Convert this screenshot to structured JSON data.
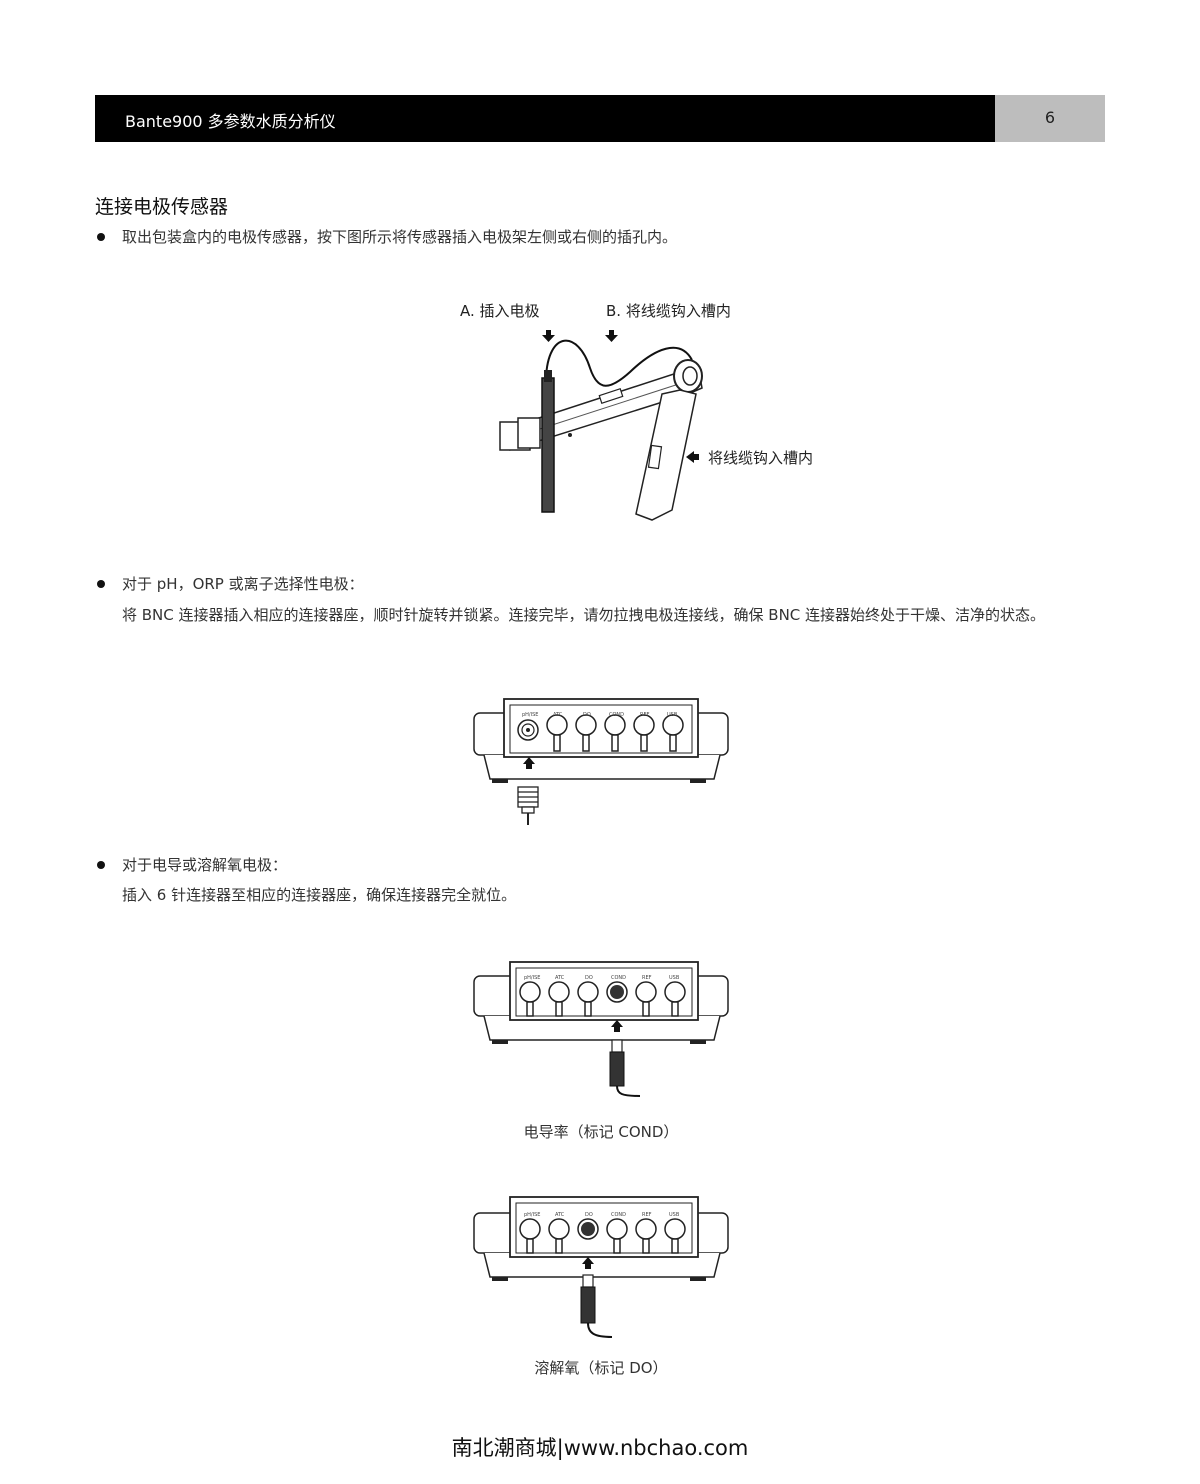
{
  "header": {
    "title": "Bante900 多参数水质分析仪",
    "page_number": "6"
  },
  "section": {
    "title": "连接电极传感器"
  },
  "bullets": {
    "b1": "取出包装盒内的电极传感器，按下图所示将传感器插入电极架左侧或右侧的插孔内。",
    "b2": "对于 pH，ORP 或离子选择性电极：",
    "b2_body": "将 BNC 连接器插入相应的连接器座，顺时针旋转并锁紧。连接完毕，请勿拉拽电极连接线，确保 BNC 连接器始终处于干燥、洁净的状态。",
    "b3": "对于电导或溶解氧电极：",
    "b3_body": "插入 6 针连接器至相应的连接器座，确保连接器完全就位。"
  },
  "figure1": {
    "label_a": "A. 插入电极",
    "label_b": "B. 将线缆钩入槽内",
    "label_c": "将线缆钩入槽内"
  },
  "connector_panel": {
    "ports": [
      "pH/ISE",
      "ATC",
      "DO",
      "COND",
      "REF",
      "USB"
    ]
  },
  "captions": {
    "cond": "电导率（标记 COND）",
    "do": "溶解氧（标记 DO）"
  },
  "footer": {
    "text": "南北潮商城|www.nbchao.com"
  }
}
